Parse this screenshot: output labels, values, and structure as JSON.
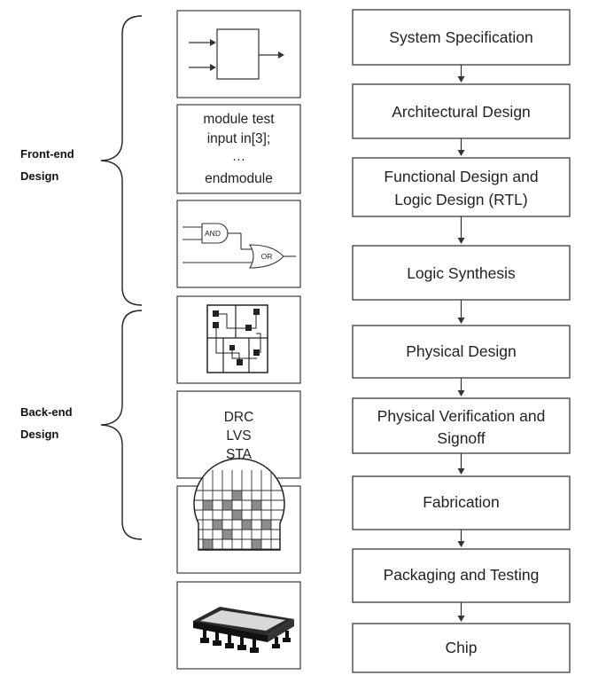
{
  "phases": [
    {
      "label_line1": "Front-end",
      "label_line2": "Design"
    },
    {
      "label_line1": "Back-end",
      "label_line2": "Design"
    }
  ],
  "steps": [
    {
      "lines": [
        "System Specification"
      ]
    },
    {
      "lines": [
        "Architectural Design"
      ]
    },
    {
      "lines": [
        "Functional Design and",
        "Logic Design (RTL)"
      ]
    },
    {
      "lines": [
        "Logic Synthesis"
      ]
    },
    {
      "lines": [
        "Physical Design"
      ]
    },
    {
      "lines": [
        "Physical Verification and",
        "Signoff"
      ]
    },
    {
      "lines": [
        "Fabrication"
      ]
    },
    {
      "lines": [
        "Packaging and Testing"
      ]
    },
    {
      "lines": [
        "Chip"
      ]
    }
  ],
  "code_panel": {
    "lines": [
      "module test",
      "input in[3];",
      "…",
      "endmodule"
    ]
  },
  "gates": {
    "and_label": "AND",
    "or_label": "OR"
  },
  "checks_panel": {
    "lines": [
      "DRC",
      "LVS",
      "STA"
    ]
  },
  "icons": [
    "block-diagram-icon",
    "code-icon",
    "logic-gates-icon",
    "layout-icon",
    "checks-icon",
    "wafer-icon",
    "chip-package-icon"
  ]
}
